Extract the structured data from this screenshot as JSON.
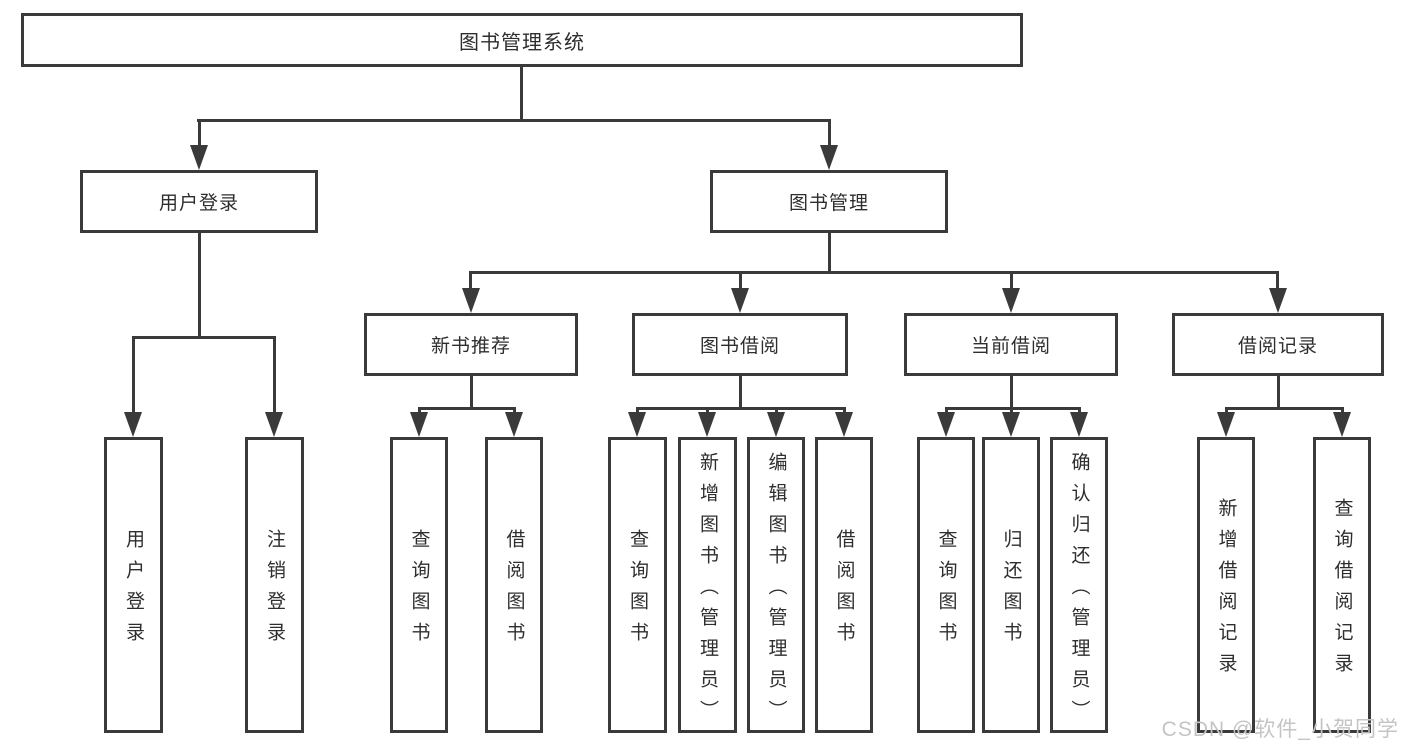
{
  "tree": {
    "root": {
      "label": "图书管理系统",
      "children": [
        {
          "label": "用户登录",
          "children": [
            {
              "label": "用户登录"
            },
            {
              "label": "注销登录"
            }
          ]
        },
        {
          "label": "图书管理",
          "children": [
            {
              "label": "新书推荐",
              "children": [
                {
                  "label": "查询图书"
                },
                {
                  "label": "借阅图书"
                }
              ]
            },
            {
              "label": "图书借阅",
              "children": [
                {
                  "label": "查询图书"
                },
                {
                  "label": "新增图书（管理员）"
                },
                {
                  "label": "编辑图书（管理员）"
                },
                {
                  "label": "借阅图书"
                }
              ]
            },
            {
              "label": "当前借阅",
              "children": [
                {
                  "label": "查询图书"
                },
                {
                  "label": "归还图书"
                },
                {
                  "label": "确认归还（管理员）"
                }
              ]
            },
            {
              "label": "借阅记录",
              "children": [
                {
                  "label": "新增借阅记录"
                },
                {
                  "label": "查询借阅记录"
                }
              ]
            }
          ]
        }
      ]
    }
  },
  "watermark": {
    "text": "CSDN @软件_小贺同学"
  },
  "colors": {
    "line": "#3a3a3a",
    "text": "#2e2e2e",
    "bg": "#ffffff",
    "watermark": "#c4c4c4"
  }
}
